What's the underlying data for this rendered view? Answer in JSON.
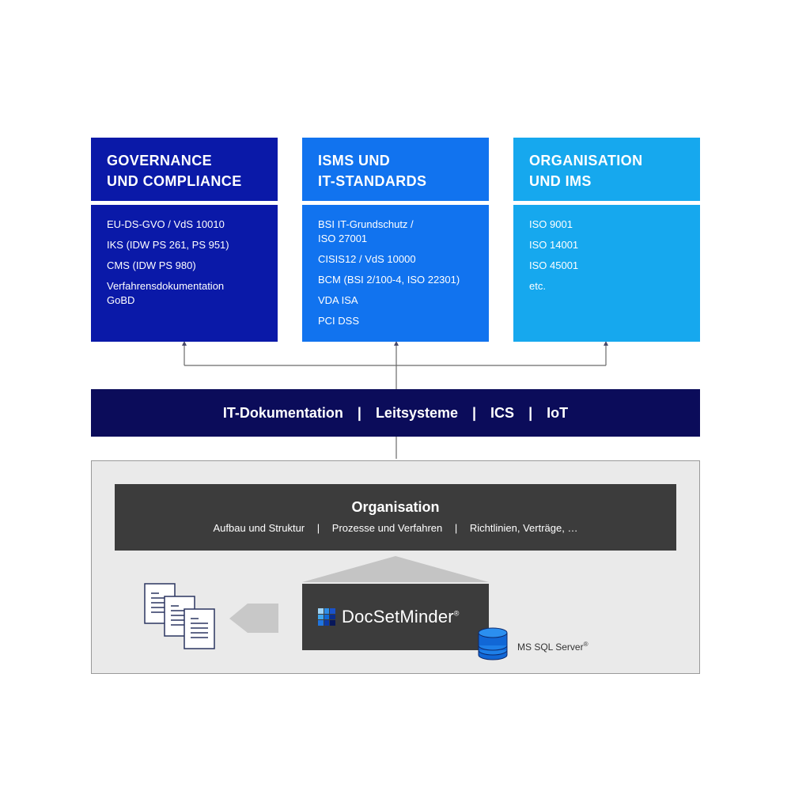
{
  "boxes": [
    {
      "title_line1": "GOVERNANCE",
      "title_line2": "UND COMPLIANCE",
      "color": "#0a19a8",
      "items": [
        "EU-DS-GVO / VdS 10010",
        "IKS (IDW PS 261, PS 951)",
        "CMS (IDW PS 980)",
        "Verfahrensdokumentation\nGoBD"
      ]
    },
    {
      "title_line1": "ISMS UND",
      "title_line2": "IT-STANDARDS",
      "color": "#1173ef",
      "items": [
        "BSI IT-Grundschutz /\nISO 27001",
        "CISIS12 / VdS 10000",
        "BCM (BSI 2/100-4, ISO 22301)",
        "VDA ISA",
        "PCI DSS"
      ]
    },
    {
      "title_line1": "ORGANISATION",
      "title_line2": "UND IMS",
      "color": "#16a8ee",
      "items": [
        "ISO 9001",
        "ISO 14001",
        "ISO 45001",
        "etc."
      ]
    }
  ],
  "band": {
    "items": [
      "IT-Dokumentation",
      "Leitsysteme",
      "ICS",
      "IoT"
    ],
    "separator": "|",
    "color": "#0b0c5a"
  },
  "organisation": {
    "title": "Organisation",
    "items": [
      "Aufbau und Struktur",
      "Prozesse und Verfahren",
      "Richtlinien, Verträge, …"
    ],
    "separator": "|"
  },
  "product": {
    "name": "DocSetMinder",
    "mark": "®",
    "logo_icon": "pixel-grid-logo"
  },
  "database": {
    "label": "MS SQL Server",
    "mark": "®",
    "icon": "database-icon"
  },
  "documents_icon": "documents-icon",
  "export_arrow_icon": "left-arrow-icon"
}
